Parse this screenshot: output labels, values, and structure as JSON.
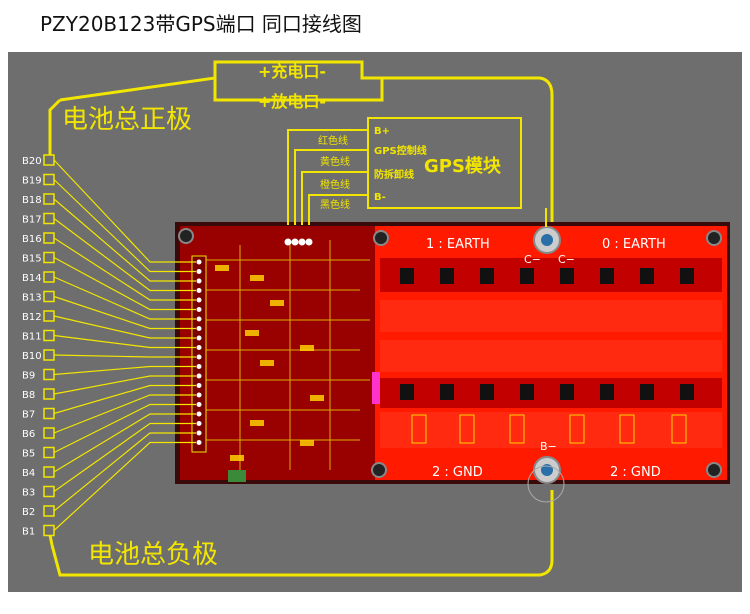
{
  "title": "PZY20B123带GPS端口 同口接线图",
  "labels": {
    "charge": "+充电口-",
    "discharge": "+放电口-",
    "positive": "电池总正极",
    "negative": "电池总负极",
    "gps_module": "GPS模块",
    "earth1": "1 : EARTH",
    "earth0": "0 : EARTH",
    "gnd2a": "2 : GND",
    "gnd2b": "2 : GND",
    "c_minus_1": "C−",
    "c_minus_2": "C−",
    "b_minus": "B−"
  },
  "gps_pins": [
    "B+",
    "GPS控制线",
    "防拆卸线",
    "B-"
  ],
  "wires": [
    "红色线",
    "黄色线",
    "橙色线",
    "黑色线"
  ],
  "cells": [
    "B20",
    "B19",
    "B18",
    "B17",
    "B16",
    "B15",
    "B14",
    "B13",
    "B12",
    "B11",
    "B10",
    "B9",
    "B8",
    "B7",
    "B6",
    "B5",
    "B4",
    "B3",
    "B2",
    "B1"
  ],
  "colors": {
    "outline": "#f2e600",
    "board": "#ff1a00",
    "board_dark": "#b30000",
    "background": "#6e6e6e"
  }
}
